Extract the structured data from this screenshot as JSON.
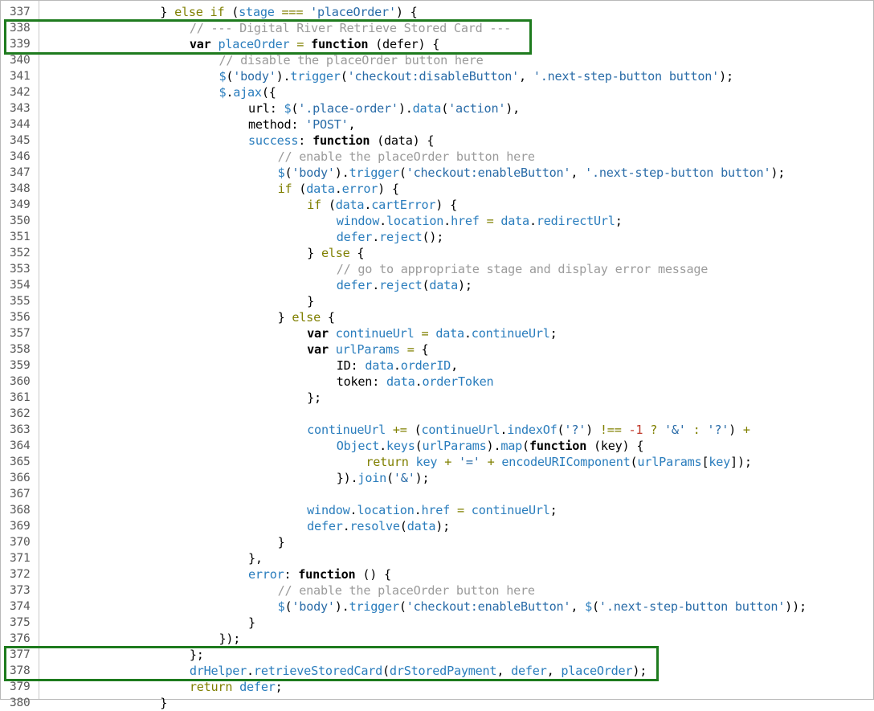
{
  "colors": {
    "highlight_border": "#1e7b1e",
    "keyword": "#000000",
    "control": "#7f7f00",
    "string": "#2a6ca8",
    "comment": "#9b9b9b",
    "identifier": "#2a7dbd",
    "operator": "#808000",
    "number": "#c0392b",
    "line_number": "#5a5a5a"
  },
  "highlights": [
    {
      "label": "highlight-box-stored-card-definition",
      "lines": [
        "338",
        "339"
      ]
    },
    {
      "label": "highlight-box-retrieve-stored-card-call",
      "lines": [
        "377",
        "378"
      ]
    }
  ],
  "lines": [
    {
      "n": "337",
      "indent": 4,
      "tokens": [
        [
          "pl",
          "} "
        ],
        [
          "ctl",
          "else if"
        ],
        [
          "pl",
          " ("
        ],
        [
          "id",
          "stage"
        ],
        [
          "pl",
          " "
        ],
        [
          "op",
          "==="
        ],
        [
          "pl",
          " "
        ],
        [
          "str",
          "'placeOrder'"
        ],
        [
          "pl",
          ") {"
        ]
      ]
    },
    {
      "n": "338",
      "indent": 5,
      "tokens": [
        [
          "cmt",
          "// --- Digital River Retrieve Stored Card ---"
        ]
      ]
    },
    {
      "n": "339",
      "indent": 5,
      "tokens": [
        [
          "kw",
          "var"
        ],
        [
          "pl",
          " "
        ],
        [
          "id",
          "placeOrder"
        ],
        [
          "pl",
          " "
        ],
        [
          "op",
          "="
        ],
        [
          "pl",
          " "
        ],
        [
          "kw",
          "function"
        ],
        [
          "pl",
          " (defer) {"
        ]
      ]
    },
    {
      "n": "340",
      "indent": 6,
      "tokens": [
        [
          "cmt",
          "// disable the placeOrder button here"
        ]
      ]
    },
    {
      "n": "341",
      "indent": 6,
      "tokens": [
        [
          "id",
          "$"
        ],
        [
          "pl",
          "("
        ],
        [
          "str",
          "'body'"
        ],
        [
          "pl",
          ")."
        ],
        [
          "id",
          "trigger"
        ],
        [
          "pl",
          "("
        ],
        [
          "str",
          "'checkout:disableButton'"
        ],
        [
          "pl",
          ", "
        ],
        [
          "str",
          "'.next-step-button button'"
        ],
        [
          "pl",
          ");"
        ]
      ]
    },
    {
      "n": "342",
      "indent": 6,
      "tokens": [
        [
          "id",
          "$"
        ],
        [
          "pl",
          "."
        ],
        [
          "id",
          "ajax"
        ],
        [
          "pl",
          "({"
        ]
      ]
    },
    {
      "n": "343",
      "indent": 7,
      "tokens": [
        [
          "pl",
          "url: "
        ],
        [
          "id",
          "$"
        ],
        [
          "pl",
          "("
        ],
        [
          "str",
          "'.place-order'"
        ],
        [
          "pl",
          ")."
        ],
        [
          "id",
          "data"
        ],
        [
          "pl",
          "("
        ],
        [
          "str",
          "'action'"
        ],
        [
          "pl",
          "),"
        ]
      ]
    },
    {
      "n": "344",
      "indent": 7,
      "tokens": [
        [
          "pl",
          "method: "
        ],
        [
          "str",
          "'POST'"
        ],
        [
          "pl",
          ","
        ]
      ]
    },
    {
      "n": "345",
      "indent": 7,
      "tokens": [
        [
          "id",
          "success"
        ],
        [
          "pl",
          ": "
        ],
        [
          "kw",
          "function"
        ],
        [
          "pl",
          " (data) {"
        ]
      ]
    },
    {
      "n": "346",
      "indent": 8,
      "tokens": [
        [
          "cmt",
          "// enable the placeOrder button here"
        ]
      ]
    },
    {
      "n": "347",
      "indent": 8,
      "tokens": [
        [
          "id",
          "$"
        ],
        [
          "pl",
          "("
        ],
        [
          "str",
          "'body'"
        ],
        [
          "pl",
          ")."
        ],
        [
          "id",
          "trigger"
        ],
        [
          "pl",
          "("
        ],
        [
          "str",
          "'checkout:enableButton'"
        ],
        [
          "pl",
          ", "
        ],
        [
          "str",
          "'.next-step-button button'"
        ],
        [
          "pl",
          ");"
        ]
      ]
    },
    {
      "n": "348",
      "indent": 8,
      "tokens": [
        [
          "ctl",
          "if"
        ],
        [
          "pl",
          " ("
        ],
        [
          "id",
          "data"
        ],
        [
          "pl",
          "."
        ],
        [
          "id",
          "error"
        ],
        [
          "pl",
          ") {"
        ]
      ]
    },
    {
      "n": "349",
      "indent": 9,
      "tokens": [
        [
          "ctl",
          "if"
        ],
        [
          "pl",
          " ("
        ],
        [
          "id",
          "data"
        ],
        [
          "pl",
          "."
        ],
        [
          "id",
          "cartError"
        ],
        [
          "pl",
          ") {"
        ]
      ]
    },
    {
      "n": "350",
      "indent": 10,
      "tokens": [
        [
          "id",
          "window"
        ],
        [
          "pl",
          "."
        ],
        [
          "id",
          "location"
        ],
        [
          "pl",
          "."
        ],
        [
          "id",
          "href"
        ],
        [
          "pl",
          " "
        ],
        [
          "op",
          "="
        ],
        [
          "pl",
          " "
        ],
        [
          "id",
          "data"
        ],
        [
          "pl",
          "."
        ],
        [
          "id",
          "redirectUrl"
        ],
        [
          "pl",
          ";"
        ]
      ]
    },
    {
      "n": "351",
      "indent": 10,
      "tokens": [
        [
          "id",
          "defer"
        ],
        [
          "pl",
          "."
        ],
        [
          "id",
          "reject"
        ],
        [
          "pl",
          "();"
        ]
      ]
    },
    {
      "n": "352",
      "indent": 9,
      "tokens": [
        [
          "pl",
          "} "
        ],
        [
          "ctl",
          "else"
        ],
        [
          "pl",
          " {"
        ]
      ]
    },
    {
      "n": "353",
      "indent": 10,
      "tokens": [
        [
          "cmt",
          "// go to appropriate stage and display error message"
        ]
      ]
    },
    {
      "n": "354",
      "indent": 10,
      "tokens": [
        [
          "id",
          "defer"
        ],
        [
          "pl",
          "."
        ],
        [
          "id",
          "reject"
        ],
        [
          "pl",
          "("
        ],
        [
          "id",
          "data"
        ],
        [
          "pl",
          ");"
        ]
      ]
    },
    {
      "n": "355",
      "indent": 9,
      "tokens": [
        [
          "pl",
          "}"
        ]
      ]
    },
    {
      "n": "356",
      "indent": 8,
      "tokens": [
        [
          "pl",
          "} "
        ],
        [
          "ctl",
          "else"
        ],
        [
          "pl",
          " {"
        ]
      ]
    },
    {
      "n": "357",
      "indent": 9,
      "tokens": [
        [
          "kw",
          "var"
        ],
        [
          "pl",
          " "
        ],
        [
          "id",
          "continueUrl"
        ],
        [
          "pl",
          " "
        ],
        [
          "op",
          "="
        ],
        [
          "pl",
          " "
        ],
        [
          "id",
          "data"
        ],
        [
          "pl",
          "."
        ],
        [
          "id",
          "continueUrl"
        ],
        [
          "pl",
          ";"
        ]
      ]
    },
    {
      "n": "358",
      "indent": 9,
      "tokens": [
        [
          "kw",
          "var"
        ],
        [
          "pl",
          " "
        ],
        [
          "id",
          "urlParams"
        ],
        [
          "pl",
          " "
        ],
        [
          "op",
          "="
        ],
        [
          "pl",
          " {"
        ]
      ]
    },
    {
      "n": "359",
      "indent": 10,
      "tokens": [
        [
          "pl",
          "ID: "
        ],
        [
          "id",
          "data"
        ],
        [
          "pl",
          "."
        ],
        [
          "id",
          "orderID"
        ],
        [
          "pl",
          ","
        ]
      ]
    },
    {
      "n": "360",
      "indent": 10,
      "tokens": [
        [
          "pl",
          "token: "
        ],
        [
          "id",
          "data"
        ],
        [
          "pl",
          "."
        ],
        [
          "id",
          "orderToken"
        ]
      ]
    },
    {
      "n": "361",
      "indent": 9,
      "tokens": [
        [
          "pl",
          "};"
        ]
      ]
    },
    {
      "n": "362",
      "indent": 0,
      "tokens": []
    },
    {
      "n": "363",
      "indent": 9,
      "tokens": [
        [
          "id",
          "continueUrl"
        ],
        [
          "pl",
          " "
        ],
        [
          "op",
          "+="
        ],
        [
          "pl",
          " ("
        ],
        [
          "id",
          "continueUrl"
        ],
        [
          "pl",
          "."
        ],
        [
          "id",
          "indexOf"
        ],
        [
          "pl",
          "("
        ],
        [
          "str",
          "'?'"
        ],
        [
          "pl",
          ") "
        ],
        [
          "op",
          "!=="
        ],
        [
          "pl",
          " "
        ],
        [
          "num",
          "-1"
        ],
        [
          "pl",
          " "
        ],
        [
          "op",
          "?"
        ],
        [
          "pl",
          " "
        ],
        [
          "str",
          "'&'"
        ],
        [
          "pl",
          " "
        ],
        [
          "op",
          ":"
        ],
        [
          "pl",
          " "
        ],
        [
          "str",
          "'?'"
        ],
        [
          "pl",
          ") "
        ],
        [
          "op",
          "+"
        ]
      ]
    },
    {
      "n": "364",
      "indent": 10,
      "tokens": [
        [
          "id",
          "Object"
        ],
        [
          "pl",
          "."
        ],
        [
          "id",
          "keys"
        ],
        [
          "pl",
          "("
        ],
        [
          "id",
          "urlParams"
        ],
        [
          "pl",
          ")."
        ],
        [
          "id",
          "map"
        ],
        [
          "pl",
          "("
        ],
        [
          "kw",
          "function"
        ],
        [
          "pl",
          " (key) {"
        ]
      ]
    },
    {
      "n": "365",
      "indent": 11,
      "tokens": [
        [
          "ctl",
          "return"
        ],
        [
          "pl",
          " "
        ],
        [
          "id",
          "key"
        ],
        [
          "pl",
          " "
        ],
        [
          "op",
          "+"
        ],
        [
          "pl",
          " "
        ],
        [
          "str",
          "'='"
        ],
        [
          "pl",
          " "
        ],
        [
          "op",
          "+"
        ],
        [
          "pl",
          " "
        ],
        [
          "id",
          "encodeURIComponent"
        ],
        [
          "pl",
          "("
        ],
        [
          "id",
          "urlParams"
        ],
        [
          "pl",
          "["
        ],
        [
          "id",
          "key"
        ],
        [
          "pl",
          "]);"
        ]
      ]
    },
    {
      "n": "366",
      "indent": 10,
      "tokens": [
        [
          "pl",
          "})."
        ],
        [
          "id",
          "join"
        ],
        [
          "pl",
          "("
        ],
        [
          "str",
          "'&'"
        ],
        [
          "pl",
          ");"
        ]
      ]
    },
    {
      "n": "367",
      "indent": 0,
      "tokens": []
    },
    {
      "n": "368",
      "indent": 9,
      "tokens": [
        [
          "id",
          "window"
        ],
        [
          "pl",
          "."
        ],
        [
          "id",
          "location"
        ],
        [
          "pl",
          "."
        ],
        [
          "id",
          "href"
        ],
        [
          "pl",
          " "
        ],
        [
          "op",
          "="
        ],
        [
          "pl",
          " "
        ],
        [
          "id",
          "continueUrl"
        ],
        [
          "pl",
          ";"
        ]
      ]
    },
    {
      "n": "369",
      "indent": 9,
      "tokens": [
        [
          "id",
          "defer"
        ],
        [
          "pl",
          "."
        ],
        [
          "id",
          "resolve"
        ],
        [
          "pl",
          "("
        ],
        [
          "id",
          "data"
        ],
        [
          "pl",
          ");"
        ]
      ]
    },
    {
      "n": "370",
      "indent": 8,
      "tokens": [
        [
          "pl",
          "}"
        ]
      ]
    },
    {
      "n": "371",
      "indent": 7,
      "tokens": [
        [
          "pl",
          "},"
        ]
      ]
    },
    {
      "n": "372",
      "indent": 7,
      "tokens": [
        [
          "id",
          "error"
        ],
        [
          "pl",
          ": "
        ],
        [
          "kw",
          "function"
        ],
        [
          "pl",
          " () {"
        ]
      ]
    },
    {
      "n": "373",
      "indent": 8,
      "tokens": [
        [
          "cmt",
          "// enable the placeOrder button here"
        ]
      ]
    },
    {
      "n": "374",
      "indent": 8,
      "tokens": [
        [
          "id",
          "$"
        ],
        [
          "pl",
          "("
        ],
        [
          "str",
          "'body'"
        ],
        [
          "pl",
          ")."
        ],
        [
          "id",
          "trigger"
        ],
        [
          "pl",
          "("
        ],
        [
          "str",
          "'checkout:enableButton'"
        ],
        [
          "pl",
          ", "
        ],
        [
          "id",
          "$"
        ],
        [
          "pl",
          "("
        ],
        [
          "str",
          "'.next-step-button button'"
        ],
        [
          "pl",
          "));"
        ]
      ]
    },
    {
      "n": "375",
      "indent": 7,
      "tokens": [
        [
          "pl",
          "}"
        ]
      ]
    },
    {
      "n": "376",
      "indent": 6,
      "tokens": [
        [
          "pl",
          "});"
        ]
      ]
    },
    {
      "n": "377",
      "indent": 5,
      "tokens": [
        [
          "pl",
          "};"
        ]
      ]
    },
    {
      "n": "378",
      "indent": 5,
      "tokens": [
        [
          "id",
          "drHelper"
        ],
        [
          "pl",
          "."
        ],
        [
          "id",
          "retrieveStoredCard"
        ],
        [
          "pl",
          "("
        ],
        [
          "id",
          "drStoredPayment"
        ],
        [
          "pl",
          ", "
        ],
        [
          "id",
          "defer"
        ],
        [
          "pl",
          ", "
        ],
        [
          "id",
          "placeOrder"
        ],
        [
          "pl",
          ");"
        ]
      ]
    },
    {
      "n": "379",
      "indent": 5,
      "tokens": [
        [
          "ctl",
          "return"
        ],
        [
          "pl",
          " "
        ],
        [
          "id",
          "defer"
        ],
        [
          "pl",
          ";"
        ]
      ]
    },
    {
      "n": "380",
      "indent": 4,
      "tokens": [
        [
          "pl",
          "}"
        ]
      ]
    }
  ]
}
